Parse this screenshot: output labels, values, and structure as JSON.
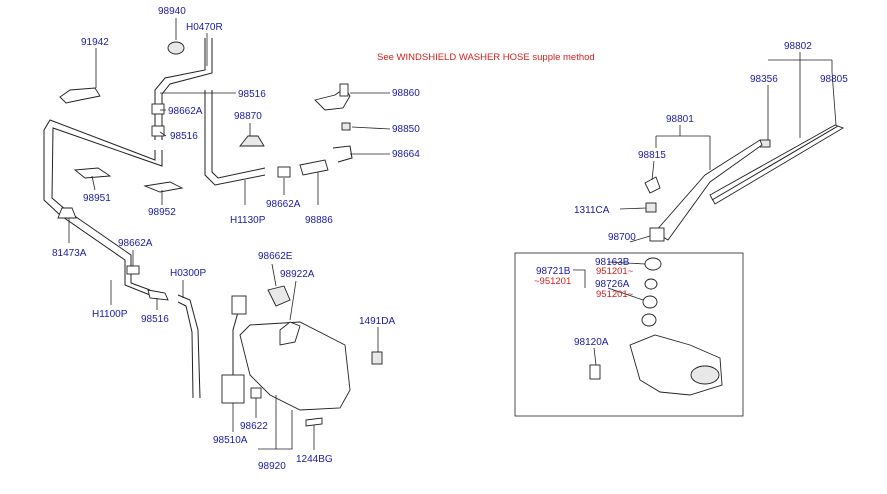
{
  "note": "See WINDSHIELD WASHER HOSE supple method",
  "colors": {
    "label": "#1a1aa8",
    "note": "#d42020",
    "line": "#222222"
  },
  "labels": {
    "p98940": "98940",
    "pH0470R": "H0470R",
    "p91942": "91942",
    "p98516a": "98516",
    "p98662Aa": "98662A",
    "p98516b": "98516",
    "p98870": "98870",
    "p98860": "98860",
    "p98850": "98850",
    "p98664": "98664",
    "p98951": "98951",
    "p98952": "98952",
    "pH1130P": "H1130P",
    "p98662Ab": "98662A",
    "p98886": "98886",
    "p81473A": "81473A",
    "p98662Ac": "98662A",
    "pH0300P": "H0300P",
    "p98662E": "98662E",
    "p98922A": "98922A",
    "pH1100P": "H1100P",
    "p98516c": "98516",
    "p1491DA": "1491DA",
    "p98510A": "98510A",
    "p98622": "98622",
    "p1244BG": "1244BG",
    "p98920": "98920",
    "p98802": "98802",
    "p98356": "98356",
    "p98805": "98805",
    "p98801": "98801",
    "p98815": "98815",
    "p1311CA": "1311CA",
    "p98700": "98700",
    "p98163B": "98163B",
    "p98721B": "98721B",
    "p98726A": "98726A",
    "p98120A": "98120A"
  },
  "notes": {
    "n951201a": "951201~",
    "n951201b": "~951201",
    "n951201c": "951201~"
  }
}
